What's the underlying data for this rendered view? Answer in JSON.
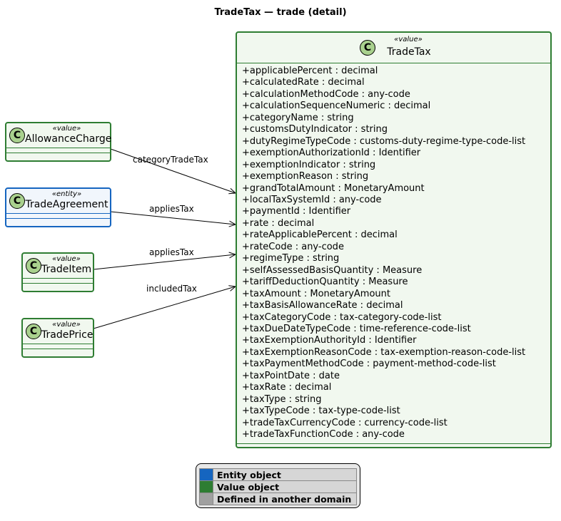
{
  "title": "TradeTax — trade (detail)",
  "main_class": {
    "stereotype": "«value»",
    "name": "TradeTax",
    "attributes": [
      "+applicablePercent : decimal",
      "+calculatedRate : decimal",
      "+calculationMethodCode : any-code",
      "+calculationSequenceNumeric : decimal",
      "+categoryName : string",
      "+customsDutyIndicator : string",
      "+dutyRegimeTypeCode : customs-duty-regime-type-code-list",
      "+exemptionAuthorizationId : Identifier",
      "+exemptionIndicator : string",
      "+exemptionReason : string",
      "+grandTotalAmount : MonetaryAmount",
      "+localTaxSystemId : any-code",
      "+paymentId : Identifier",
      "+rate : decimal",
      "+rateApplicablePercent : decimal",
      "+rateCode : any-code",
      "+regimeType : string",
      "+selfAssessedBasisQuantity : Measure",
      "+tariffDeductionQuantity : Measure",
      "+taxAmount : MonetaryAmount",
      "+taxBasisAllowanceRate : decimal",
      "+taxCategoryCode : tax-category-code-list",
      "+taxDueDateTypeCode : time-reference-code-list",
      "+taxExemptionAuthorityId : Identifier",
      "+taxExemptionReasonCode : tax-exemption-reason-code-list",
      "+taxPaymentMethodCode : payment-method-code-list",
      "+taxPointDate : date",
      "+taxRate : decimal",
      "+taxType : string",
      "+taxTypeCode : tax-type-code-list",
      "+tradeTaxCurrencyCode : currency-code-list",
      "+tradeTaxFunctionCode : any-code"
    ]
  },
  "classes": [
    {
      "stereotype": "«value»",
      "name": "AllowanceCharge",
      "kind": "value"
    },
    {
      "stereotype": "«entity»",
      "name": "TradeAgreement",
      "kind": "entity"
    },
    {
      "stereotype": "«value»",
      "name": "TradeItem",
      "kind": "value"
    },
    {
      "stereotype": "«value»",
      "name": "TradePrice",
      "kind": "value"
    }
  ],
  "class_icon_letter": "C",
  "edges": [
    {
      "from": "AllowanceCharge",
      "label": "categoryTradeTax"
    },
    {
      "from": "TradeAgreement",
      "label": "appliesTax"
    },
    {
      "from": "TradeItem",
      "label": "appliesTax"
    },
    {
      "from": "TradePrice",
      "label": "includedTax"
    }
  ],
  "legend": [
    {
      "label": "Entity object",
      "color": "#1565c0"
    },
    {
      "label": "Value object",
      "color": "#2e7d32"
    },
    {
      "label": "Defined in another domain",
      "color": "#a0a0a0"
    }
  ],
  "colors": {
    "value_border": "#2e7d32",
    "entity_border": "#1565c0",
    "class_fill": "#f1f8ef",
    "icon_fill": "#a9d18e"
  }
}
